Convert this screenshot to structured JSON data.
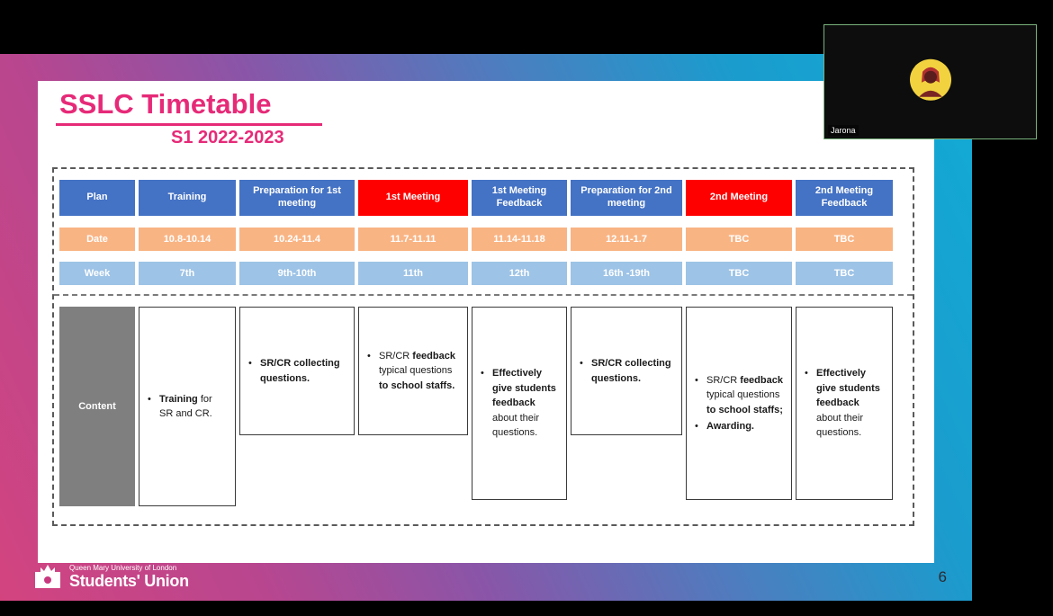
{
  "webcam": {
    "name": "Jarona"
  },
  "slide": {
    "title": "SSLC Timetable",
    "subtitle": "S1 2022-2023",
    "page_number": "6",
    "footer": {
      "org_small": "Queen Mary University of London",
      "org_large": "Students' Union"
    }
  },
  "colors": {
    "accent_pink": "#e62a78",
    "header_blue": "#4472c4",
    "meeting_red": "#fe0000",
    "date_orange": "#f9b484",
    "week_blue": "#9dc3e6",
    "content_gray": "#7f7f7f",
    "gradient_left": "#d3447f",
    "gradient_right": "#12abd6"
  },
  "table": {
    "header": [
      "Plan",
      "Training",
      "Preparation for 1st meeting",
      "1st Meeting",
      "1st Meeting Feedback",
      "Preparation for 2nd meeting",
      "2nd Meeting",
      "2nd Meeting Feedback"
    ],
    "date_row": [
      "Date",
      "10.8-10.14",
      "10.24-11.4",
      "11.7-11.11",
      "11.14-11.18",
      "12.11-1.7",
      "TBC",
      "TBC"
    ],
    "week_row": [
      "Week",
      "7th",
      "9th-10th",
      "11th",
      "12th",
      "16th -19th",
      "TBC",
      "TBC"
    ],
    "content_label": "Content",
    "content_boxes": [
      {
        "bullets": [
          [
            {
              "t": "Training",
              "b": true
            },
            {
              "t": " for SR and CR.",
              "b": false
            }
          ]
        ]
      },
      {
        "bullets": [
          [
            {
              "t": "SR/CR collecting questions.",
              "b": true
            }
          ]
        ]
      },
      {
        "bullets": [
          [
            {
              "t": "SR/CR ",
              "b": false
            },
            {
              "t": "feedback",
              "b": true
            },
            {
              "t": " typical questions ",
              "b": false
            },
            {
              "t": "to school staffs.",
              "b": true
            }
          ]
        ]
      },
      {
        "bullets": [
          [
            {
              "t": "Effectively give students feedback",
              "b": true
            },
            {
              "t": " about their questions.",
              "b": false
            }
          ]
        ]
      },
      {
        "bullets": [
          [
            {
              "t": "SR/CR collecting questions.",
              "b": true
            }
          ]
        ]
      },
      {
        "bullets": [
          [
            {
              "t": "SR/CR ",
              "b": false
            },
            {
              "t": "feedback",
              "b": true
            },
            {
              "t": " typical questions ",
              "b": false
            },
            {
              "t": "to school staffs;",
              "b": true
            }
          ],
          [
            {
              "t": "Awarding.",
              "b": true
            }
          ]
        ]
      },
      {
        "bullets": [
          [
            {
              "t": "Effectively give students feedback",
              "b": true
            },
            {
              "t": " about their questions.",
              "b": false
            }
          ]
        ]
      }
    ]
  }
}
